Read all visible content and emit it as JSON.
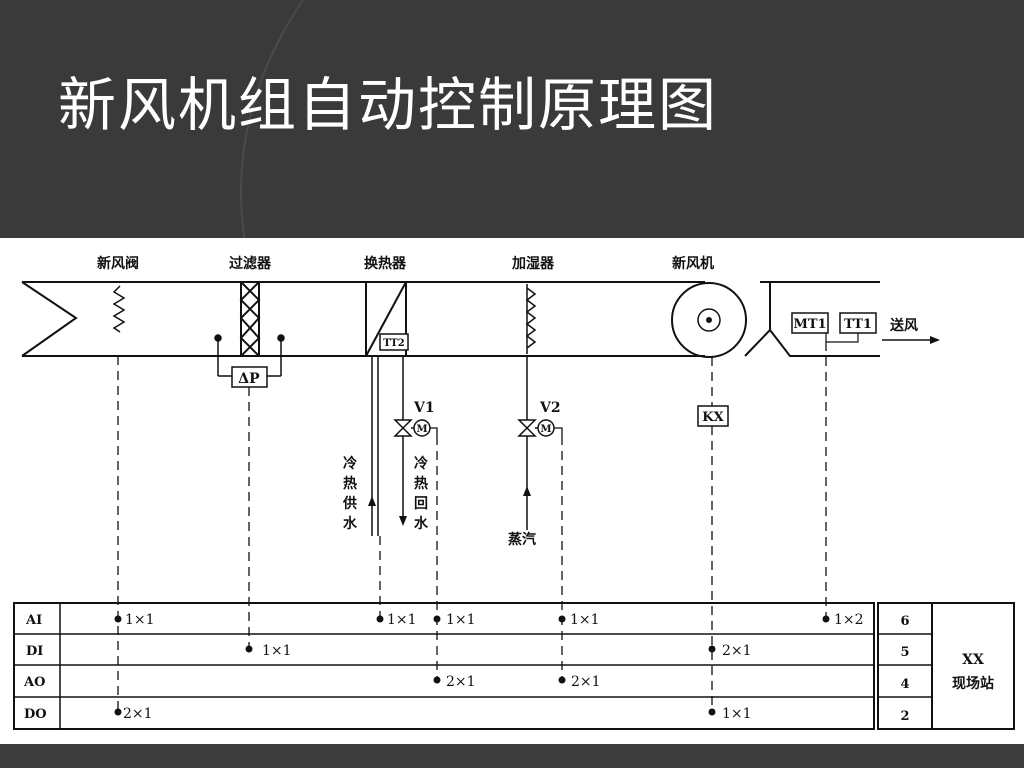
{
  "slide": {
    "title": "新风机组自动控制原理图"
  },
  "equipment": {
    "fresh_air_valve": "新风阀",
    "filter": "过滤器",
    "heat_exchanger": "换热器",
    "humidifier": "加湿器",
    "fan": "新风机",
    "supply_air": "送风"
  },
  "instruments": {
    "dp": "ΔP",
    "tt2": "TT2",
    "mt1": "MT1",
    "tt1": "TT1",
    "v1": "V1",
    "v2": "V2",
    "kx": "KX",
    "motor_m1": "M",
    "motor_m2": "M"
  },
  "pipes": {
    "cold_hot_supply": [
      "冷",
      "热",
      "供",
      "水"
    ],
    "cold_hot_return": [
      "冷",
      "热",
      "回",
      "水"
    ],
    "steam": "蒸汽"
  },
  "io_table": {
    "rows": [
      {
        "type": "AI",
        "count": "6"
      },
      {
        "type": "DI",
        "count": "5"
      },
      {
        "type": "AO",
        "count": "4"
      },
      {
        "type": "DO",
        "count": "2"
      }
    ],
    "station_line1": "XX",
    "station_line2": "现场站",
    "values": {
      "ai_valve": "1×1",
      "ai_supply": "1×1",
      "ai_return": "1×1",
      "ai_humid": "1×1",
      "ai_out": "1×2",
      "di_filter": "1×1",
      "di_fan": "2×1",
      "ao_v1": "2×1",
      "ao_v2": "2×1",
      "do_valve": "2×1",
      "do_fan": "1×1"
    }
  }
}
